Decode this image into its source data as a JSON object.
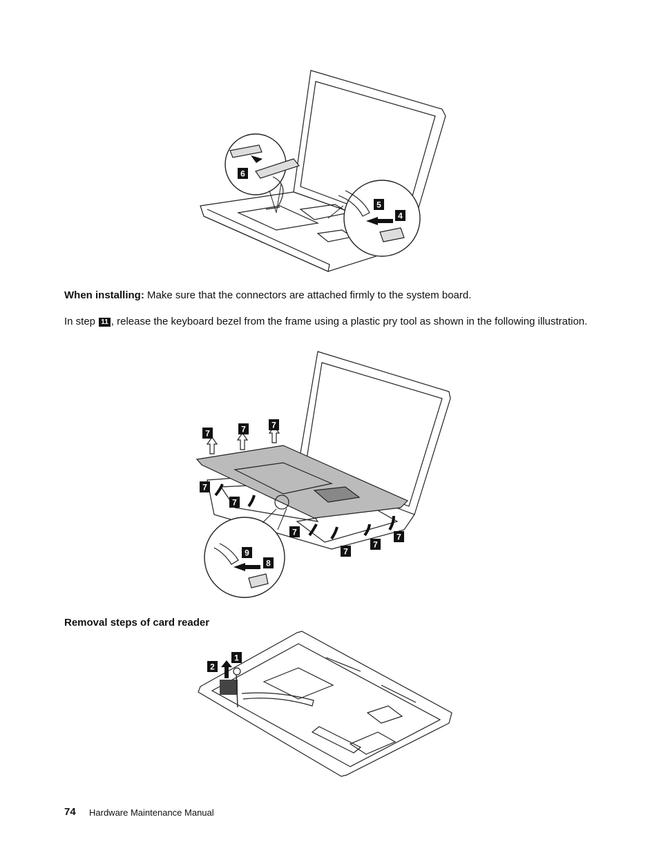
{
  "figure1": {
    "callouts": [
      "6",
      "5",
      "4"
    ]
  },
  "installing": {
    "label": "When installing:",
    "text": "Make sure that the connectors are attached firmly to the system board."
  },
  "step_note": {
    "prefix": "In step",
    "step": "11",
    "text": ", release the keyboard bezel from the frame using a plastic pry tool as shown in the following illustration."
  },
  "figure2": {
    "callouts": [
      "7",
      "7",
      "7",
      "7",
      "7",
      "7",
      "7",
      "7",
      "7",
      "9",
      "8"
    ]
  },
  "section_heading": "Removal steps of card reader",
  "figure3": {
    "callouts": [
      "1",
      "2"
    ]
  },
  "footer": {
    "page_number": "74",
    "title": "Hardware Maintenance Manual"
  }
}
